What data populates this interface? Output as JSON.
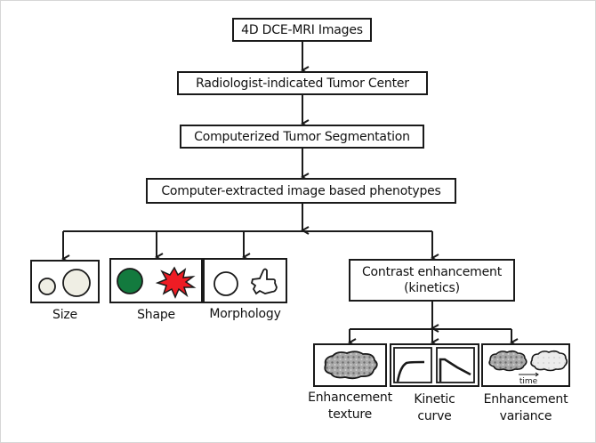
{
  "flow": {
    "step1": "4D DCE-MRI Images",
    "step2": "Radiologist-indicated Tumor Center",
    "step3": "Computerized Tumor Segmentation",
    "step4": "Computer-extracted image based phenotypes"
  },
  "phenotypes": {
    "size": "Size",
    "shape": "Shape",
    "morphology": "Morphology",
    "contrast": "Contrast enhancement (kinetics)",
    "contrast_line1": "Contrast enhancement",
    "contrast_line2": "(kinetics)"
  },
  "kinetics": {
    "texture_line1": "Enhancement",
    "texture_line2": "texture",
    "curve_line1": "Kinetic",
    "curve_line2": "curve",
    "variance_line1": "Enhancement",
    "variance_line2": "variance",
    "time_label": "time"
  },
  "colors": {
    "size_circle_fill": "#efeee4",
    "shape_circle_fill": "#137a3e",
    "shape_star_fill": "#ee1c24",
    "line": "#1a1a1a"
  }
}
